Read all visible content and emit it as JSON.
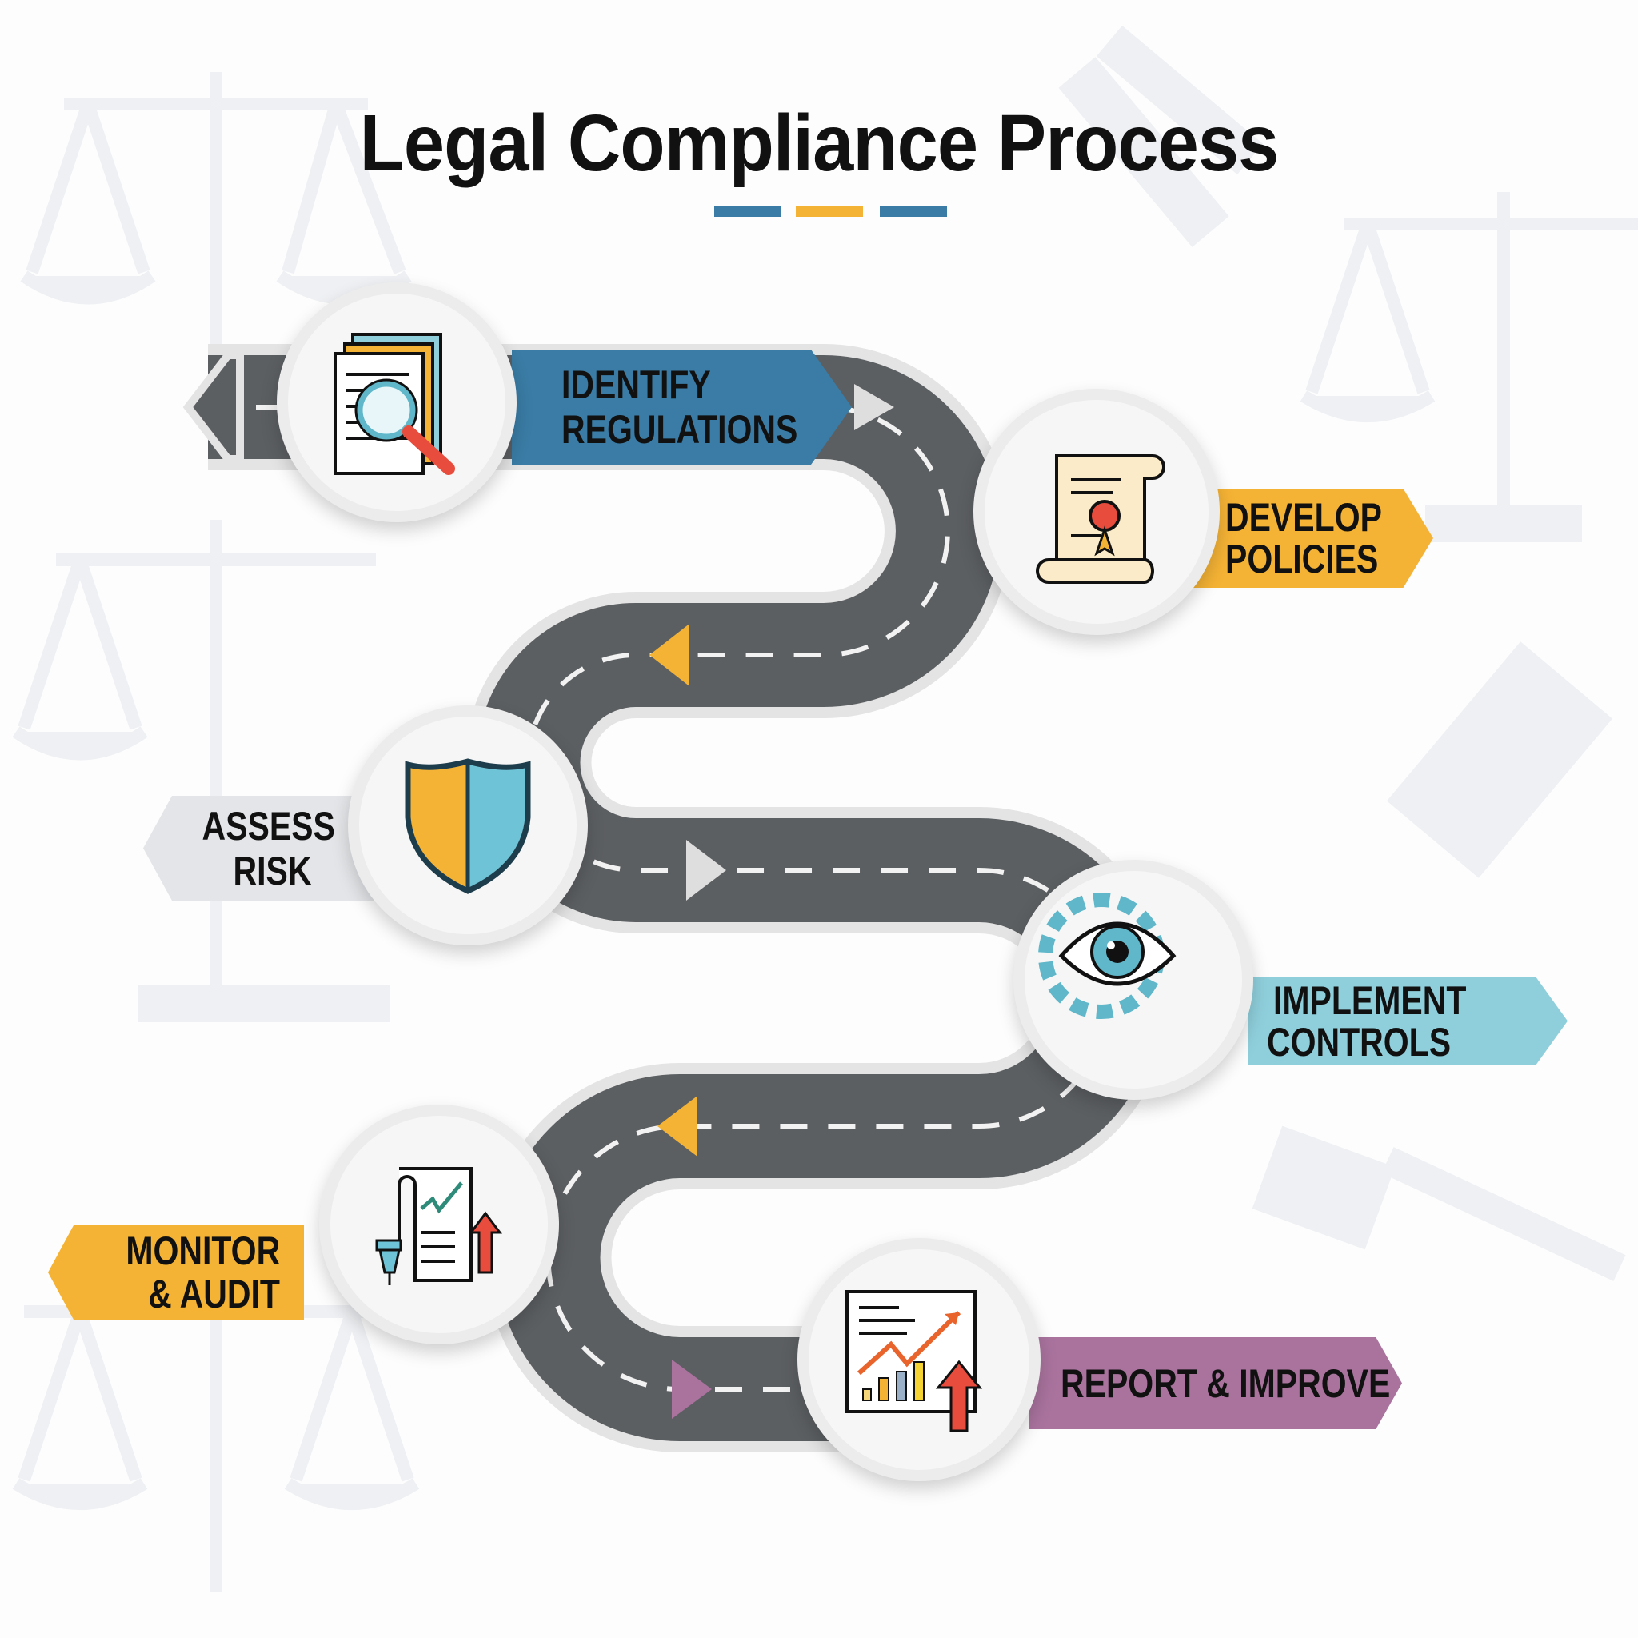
{
  "title": "Legal Compliance Process",
  "colors": {
    "blue": "#3a7ca5",
    "yellow": "#f5b335",
    "gray": "#e3e5e8",
    "lightblue": "#8fcfdc",
    "purple": "#a9739e",
    "road": "#5c5f62"
  },
  "steps": [
    {
      "line1": "IDENTIFY",
      "line2": "REGULATIONS",
      "icon": "document-magnifier-icon"
    },
    {
      "line1": "DEVELOP",
      "line2": "POLICIES",
      "icon": "scroll-certificate-icon"
    },
    {
      "line1": "ASSESS",
      "line2": "RISK",
      "icon": "shield-icon"
    },
    {
      "line1": "IMPLEMENT",
      "line2": "CONTROLS",
      "icon": "gear-eye-icon"
    },
    {
      "line1": "MONITOR",
      "line2": "& AUDIT",
      "icon": "report-monitor-icon"
    },
    {
      "line1": "REPORT & IMPROVE",
      "icon": "growth-chart-icon"
    }
  ]
}
